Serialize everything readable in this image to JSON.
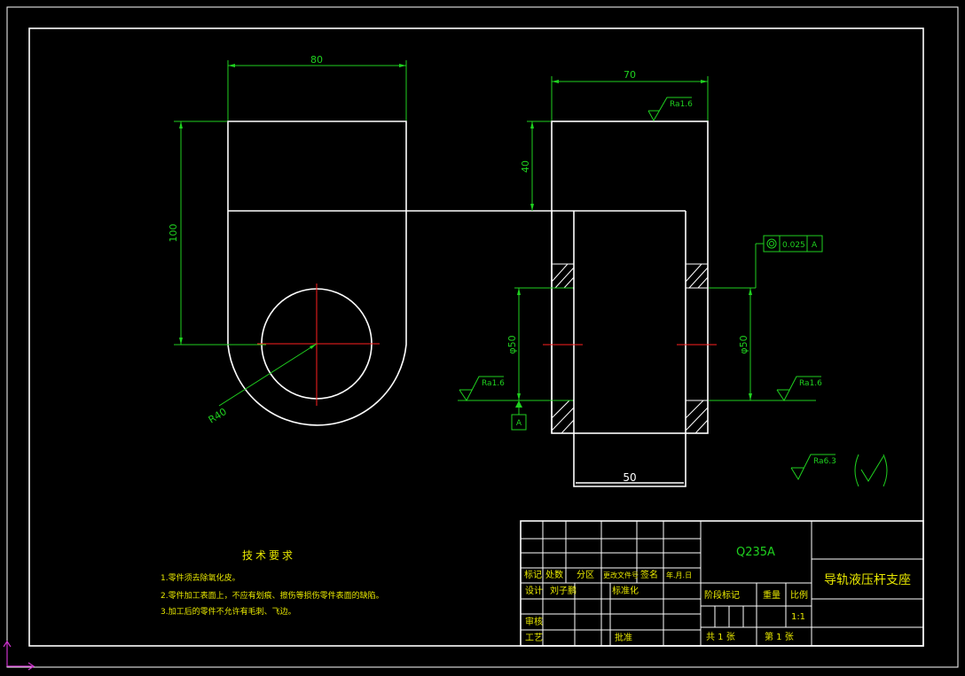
{
  "dimensions": {
    "width_top": "80",
    "height_left": "100",
    "radius": "R40",
    "width_side": "70",
    "depth_top": "40",
    "bore_left": "φ50",
    "bore_right": "φ50",
    "bottom_width": "50"
  },
  "surface_finish": {
    "top": "Ra1.6",
    "left": "Ra1.6",
    "right": "Ra1.6",
    "general": "Ra6.3"
  },
  "tolerance": {
    "value": "0.025",
    "datum": "A",
    "datum_marker": "A"
  },
  "tech_requirements": {
    "title": "技术要求",
    "items": [
      "1.零件须去除氧化皮。",
      "2.零件加工表面上，不应有划痕、擦伤等损伤零件表面的缺陷。",
      "3.加工后的零件不允许有毛刺、飞边。"
    ]
  },
  "title_block": {
    "material": "Q235A",
    "part_name": "导轨液压杆支座",
    "rev_headers": [
      "标记",
      "处数",
      "分区",
      "更改文件号",
      "签名",
      "年.月.日"
    ],
    "design_label": "设计",
    "designer": "刘子鹏",
    "standardize_label": "标准化",
    "review_label": "审核",
    "process_label": "工艺",
    "approve_label": "批准",
    "stage_label": "阶段标记",
    "weight_label": "重量",
    "scale_label": "比例",
    "scale_value": "1:1",
    "sheets_total": "共 1 张",
    "sheet_num": "第 1 张"
  },
  "colors": {
    "background": "#000000",
    "outline": "#ffffff",
    "dimension": "#1fd11f",
    "centerline": "#ff2020",
    "text": "#e8e800",
    "ucs": "#cc33cc"
  }
}
